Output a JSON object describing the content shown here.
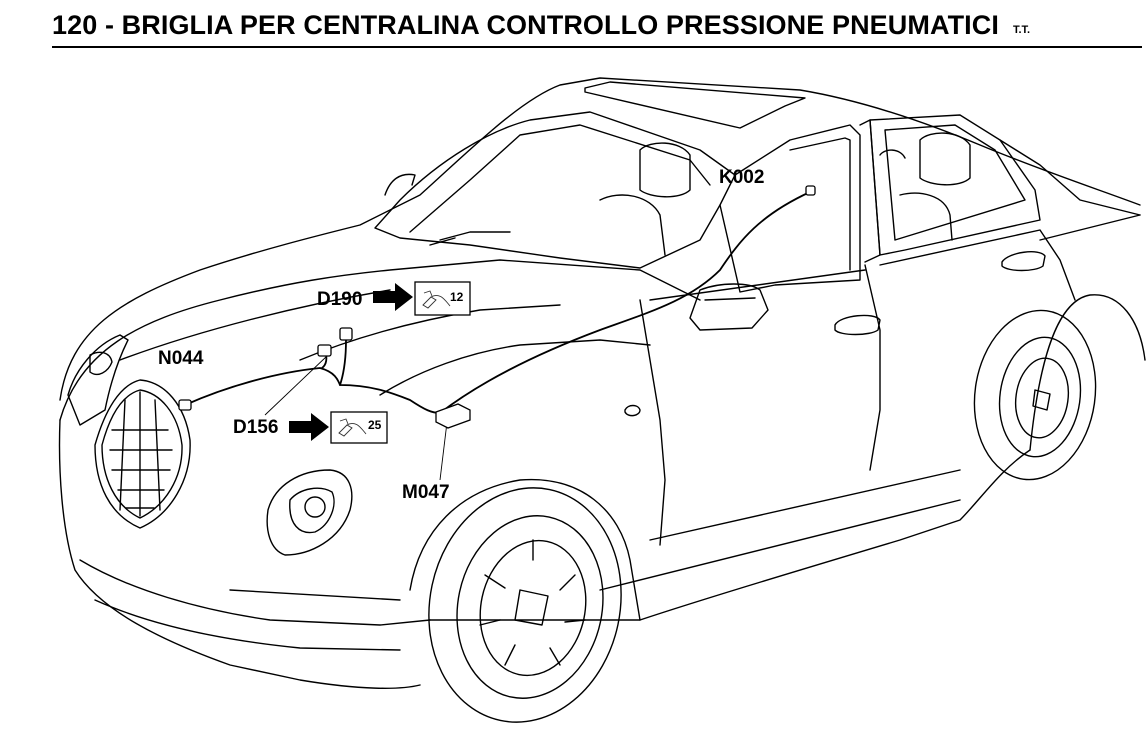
{
  "header": {
    "title": "120 - BRIGLIA PER CENTRALINA CONTROLLO PRESSIONE PNEUMATICI",
    "tag": "T.T."
  },
  "components": {
    "k002": "K002",
    "d190": "D190",
    "n044": "N044",
    "d156": "D156",
    "m047": "M047"
  },
  "references": {
    "d190_ref": "12",
    "d156_ref": "25"
  },
  "colors": {
    "line": "#000000",
    "paper": "#ffffff"
  }
}
